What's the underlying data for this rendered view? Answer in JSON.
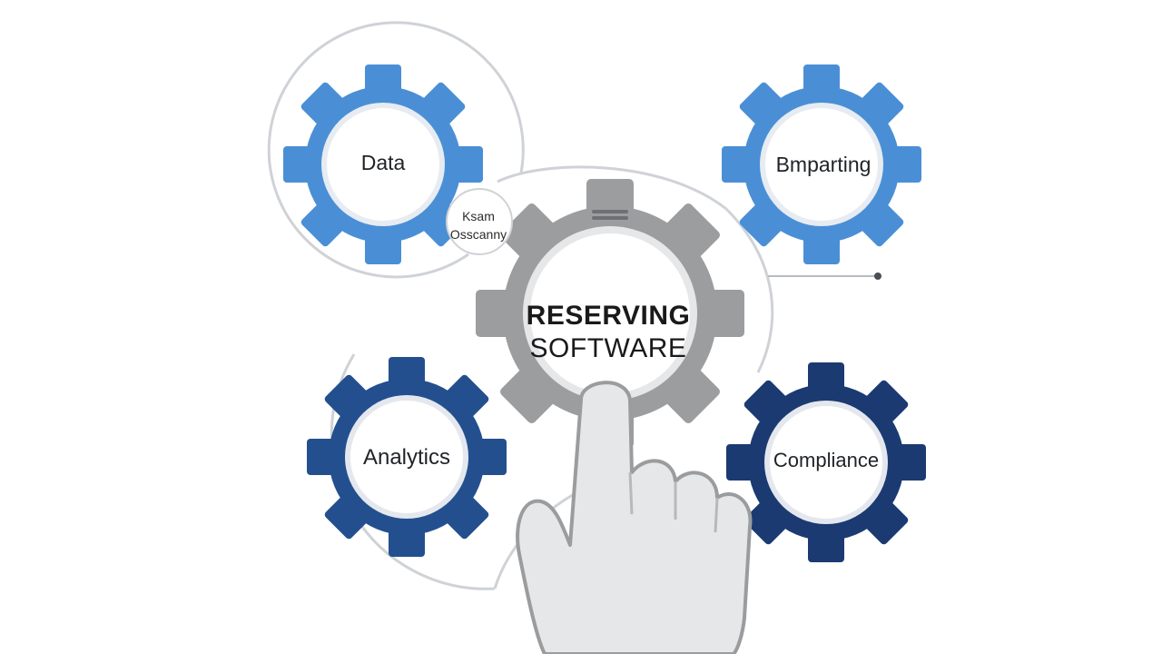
{
  "diagram": {
    "center": {
      "line1": "RESERVING",
      "line2": "SOFTWARE"
    },
    "gears": {
      "data": "Data",
      "reporting": "Bmparting",
      "analytics": "Analytics",
      "compliance": "Compliance"
    },
    "callout": {
      "line1": "Ksam",
      "line2": "Osscanny"
    }
  },
  "colors": {
    "light_blue": "#4a8fd6",
    "dark_blue": "#234f8e",
    "navy": "#1b3a72",
    "gray": "#9b9d9f",
    "hand_fill": "#e6e7e8",
    "hand_outline": "#9a9c9e",
    "connector": "#cfd2d6"
  },
  "icons": [
    "gear-icon",
    "pointing-hand-icon"
  ]
}
